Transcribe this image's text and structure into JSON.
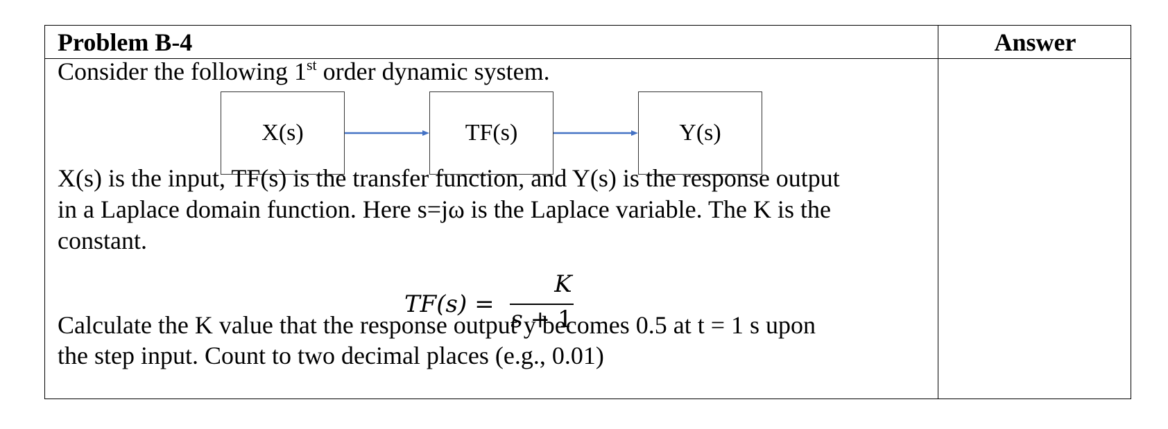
{
  "header": {
    "problem_title": "Problem B-4",
    "answer_title": "Answer"
  },
  "problem": {
    "intro_prefix": "Consider the following 1",
    "intro_sup": "st",
    "intro_suffix": " order dynamic system.",
    "desc_line1": "X(s) is the input, TF(s) is the transfer function, and Y(s) is the response output",
    "desc_line2": "in a Laplace domain function. Here s=jω is the Laplace variable. The K is the",
    "desc_line3": "constant.",
    "task_line1": "Calculate the K value that the response output y becomes 0.5 at t = 1 s upon",
    "task_line2": "the step input.  Count to two decimal places (e.g., 0.01)"
  },
  "diagram": {
    "input_label": "X(s)",
    "tf_label": "TF(s)",
    "output_label": "Y(s)",
    "arrow_color": "#4472C4"
  },
  "equation": {
    "lhs": "TF(s)",
    "equals": "=",
    "numerator": "K",
    "denominator_var": "s",
    "denominator_rest": " + 1"
  },
  "answer": {
    "value": ""
  }
}
